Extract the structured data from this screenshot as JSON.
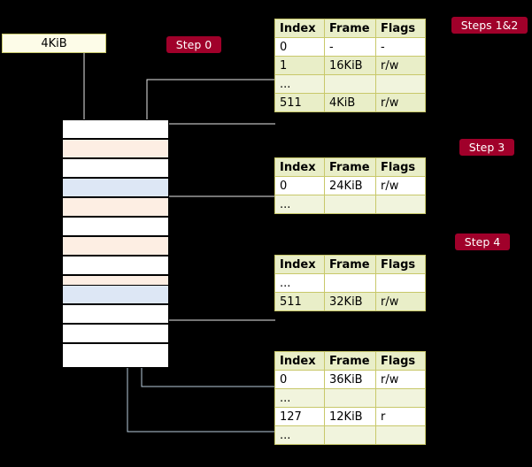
{
  "diagram": {
    "title": "Page table walk diagram",
    "background": "#000000",
    "accent_label_color": "#a0002a",
    "table_header_color": "#e9eec8",
    "table_border_color": "#c8c86a"
  },
  "kib_box": {
    "label": "4KiB"
  },
  "step_labels": [
    {
      "id": "step-0",
      "label": "Step 0"
    },
    {
      "id": "steps-1-2",
      "label": "Steps 1&2"
    },
    {
      "id": "step-3",
      "label": "Step 3"
    },
    {
      "id": "step-4",
      "label": "Step 4"
    }
  ],
  "memory_column": {
    "name": "physical-memory-column",
    "cells": [
      {
        "fill": "#ffffff"
      },
      {
        "fill": "#fdeee3"
      },
      {
        "fill": "#ffffff"
      },
      {
        "fill": "#dde7f5"
      },
      {
        "fill": "#fdeee3"
      },
      {
        "fill": "#ffffff"
      },
      {
        "fill": "#fdeee3"
      },
      {
        "fill": "#ffffff"
      },
      {
        "fill": "#fdeee3"
      },
      {
        "fill": "#dde7f5"
      },
      {
        "fill": "#ffffff"
      },
      {
        "fill": "#ffffff"
      },
      {
        "fill": "#ffffff"
      }
    ]
  },
  "tables": [
    {
      "id": "table-1",
      "headers": [
        "Index",
        "Frame",
        "Flags"
      ],
      "rows": [
        {
          "style": "plain",
          "cells": [
            "0",
            "-",
            "-"
          ]
        },
        {
          "style": "tint",
          "cells": [
            "1",
            "16KiB",
            "r/w"
          ]
        },
        {
          "style": "ell",
          "cells": [
            "...",
            "",
            ""
          ]
        },
        {
          "style": "tint",
          "cells": [
            "511",
            "4KiB",
            "r/w"
          ]
        }
      ]
    },
    {
      "id": "table-2",
      "headers": [
        "Index",
        "Frame",
        "Flags"
      ],
      "rows": [
        {
          "style": "plain",
          "cells": [
            "0",
            "24KiB",
            "r/w"
          ]
        },
        {
          "style": "ell",
          "cells": [
            "...",
            "",
            ""
          ]
        }
      ]
    },
    {
      "id": "table-3",
      "headers": [
        "Index",
        "Frame",
        "Flags"
      ],
      "rows": [
        {
          "style": "plain",
          "cells": [
            "...",
            "",
            ""
          ]
        },
        {
          "style": "tint",
          "cells": [
            "511",
            "32KiB",
            "r/w"
          ]
        }
      ]
    },
    {
      "id": "table-4",
      "headers": [
        "Index",
        "Frame",
        "Flags"
      ],
      "rows": [
        {
          "style": "plain",
          "cells": [
            "0",
            "36KiB",
            "r/w"
          ]
        },
        {
          "style": "ell",
          "cells": [
            "...",
            "",
            ""
          ]
        },
        {
          "style": "plain",
          "cells": [
            "127",
            "12KiB",
            "r"
          ]
        },
        {
          "style": "ell",
          "cells": [
            "...",
            "",
            ""
          ]
        }
      ]
    }
  ]
}
